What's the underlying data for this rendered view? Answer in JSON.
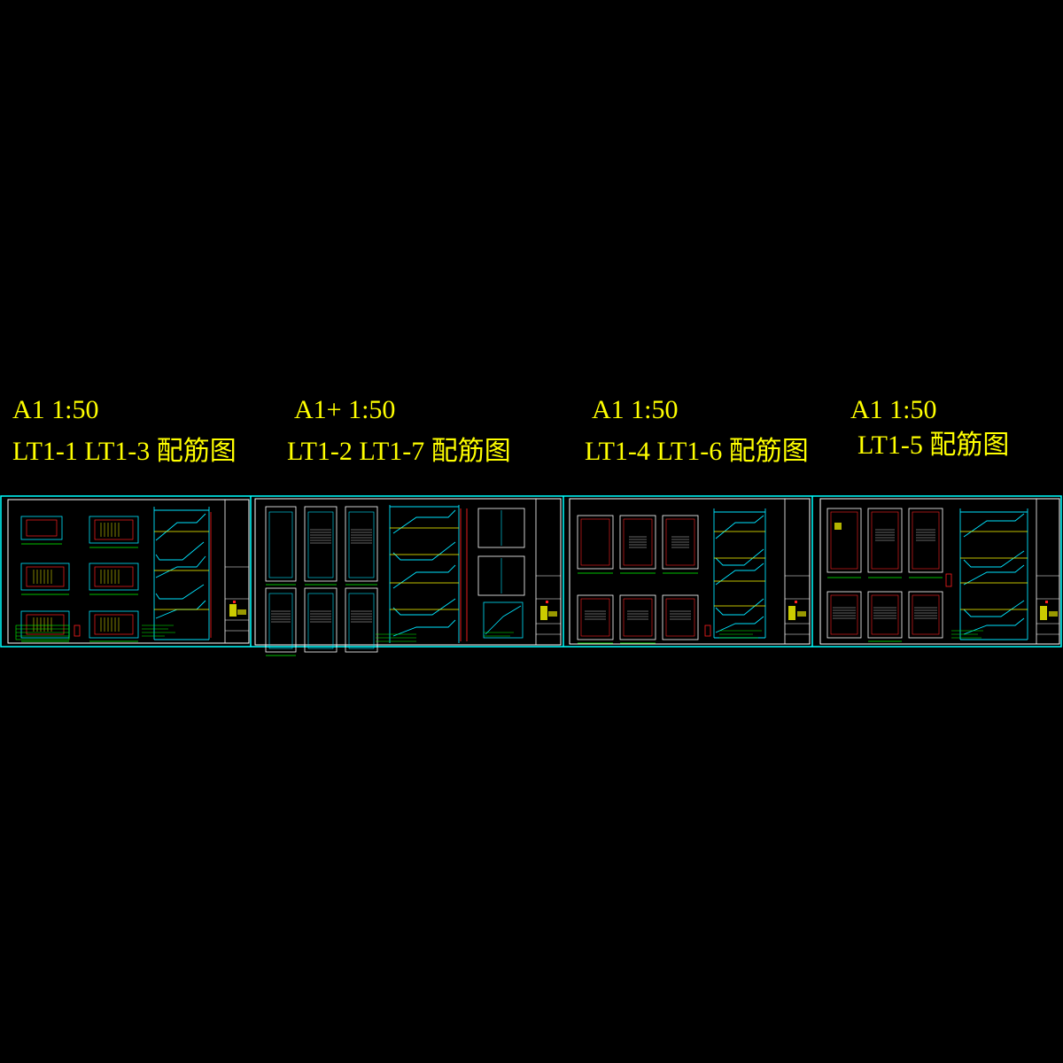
{
  "sheets": [
    {
      "scale": "A1 1:50",
      "title": "LT1-1 LT1-3 配筋图"
    },
    {
      "scale": "A1+ 1:50",
      "title": "LT1-2 LT1-7 配筋图"
    },
    {
      "scale": "A1 1:50",
      "title": "LT1-4 LT1-6 配筋图"
    },
    {
      "scale": "A1 1:50",
      "title": "LT1-5 配筋图"
    }
  ],
  "colors": {
    "background": "#000000",
    "label": "#ffff00",
    "frame": "#00ffff",
    "sheet_border": "#ffffff",
    "rebar_red": "#ff2020",
    "rebar_yellow": "#ffff00",
    "stair_cyan": "#00e5ff",
    "note_green": "#00ff00"
  }
}
